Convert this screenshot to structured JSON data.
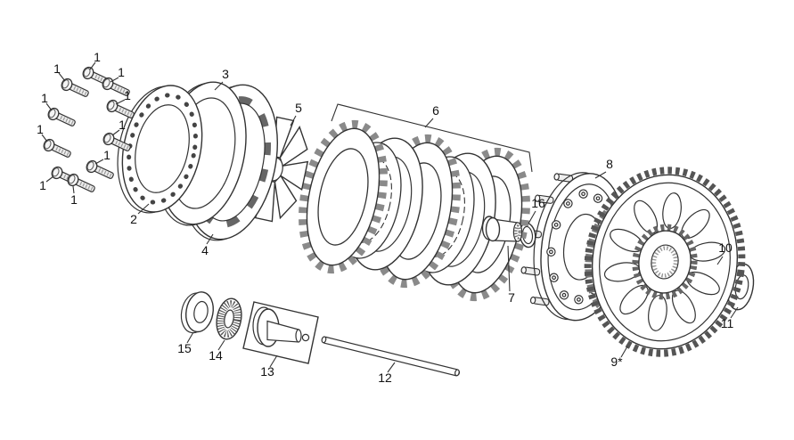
{
  "diagram": {
    "colors": {
      "background": "#ffffff",
      "line": "#333333",
      "teeth": "#8a8a8a",
      "shade": "#ececec"
    },
    "labels": {
      "p1": "1",
      "p2": "2",
      "p3": "3",
      "p4": "4",
      "p5": "5",
      "p6": "6",
      "p7": "7",
      "p8": "8",
      "p9": "9*",
      "p10": "10",
      "p11": "11",
      "p12": "12",
      "p13": "13",
      "p14": "14",
      "p15": "15",
      "p16": "16"
    }
  }
}
